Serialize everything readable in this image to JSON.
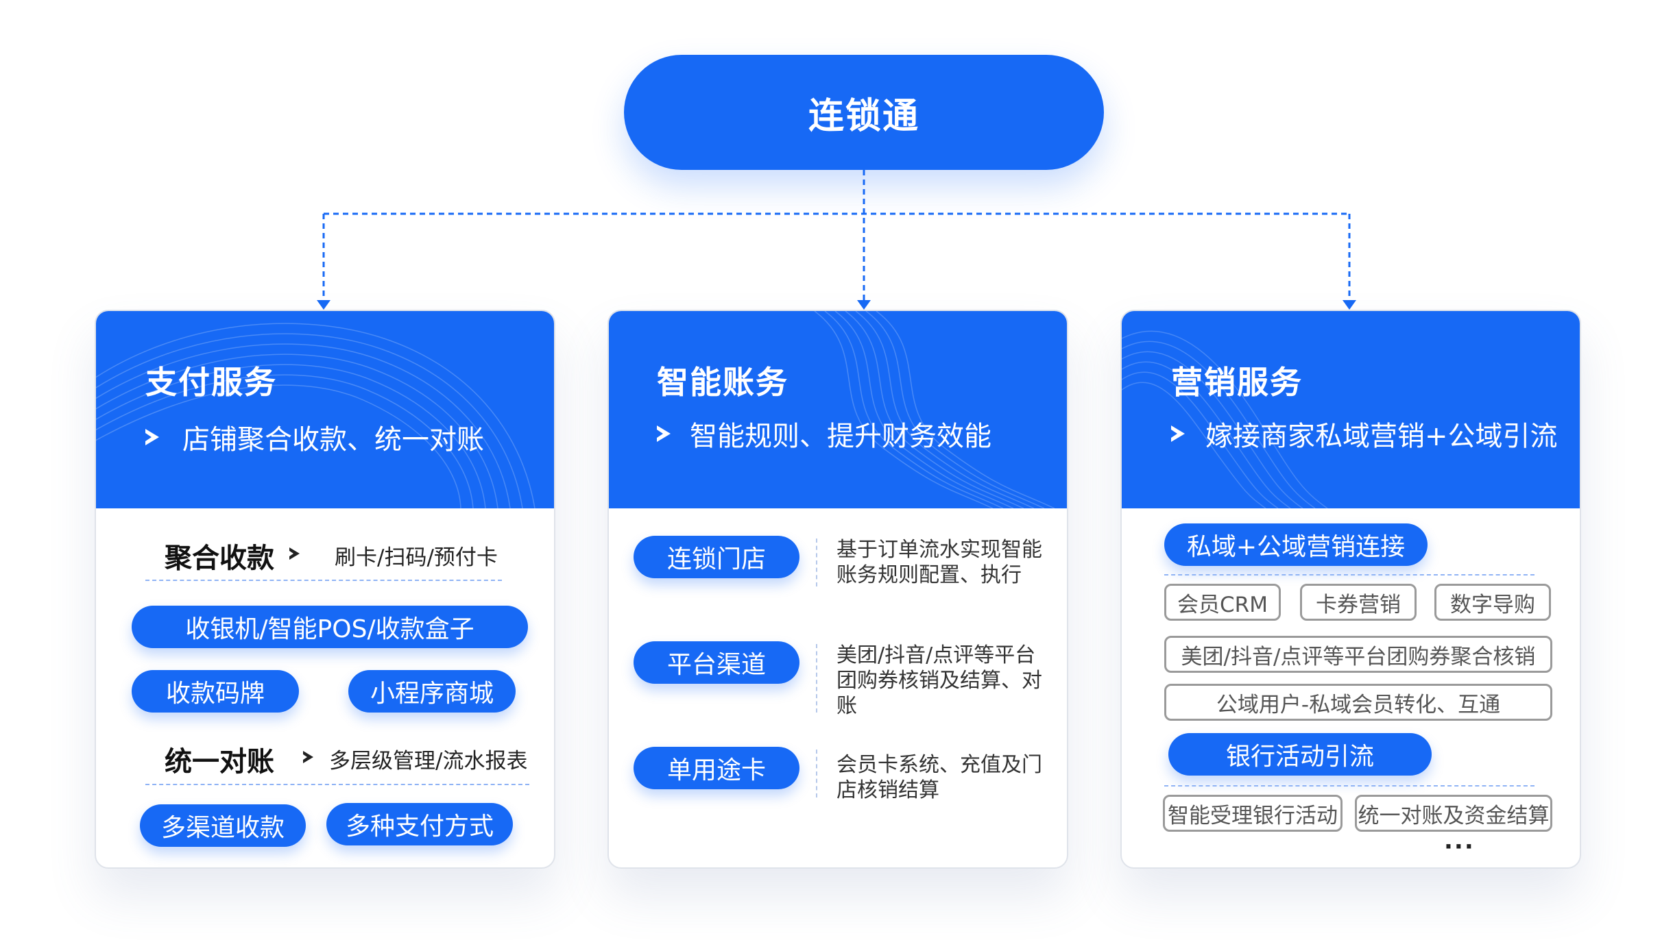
{
  "root": {
    "label": "连锁通"
  },
  "cards": [
    {
      "title": "支付服务",
      "subtitle": "店铺聚合收款、统一对账",
      "sections": [
        {
          "label": "聚合收款",
          "detail": "刷卡/扫码/预付卡"
        },
        {
          "label": "统一对账",
          "detail": "多层级管理/流水报表"
        }
      ],
      "pills": [
        "收银机/智能POS/收款盒子",
        "收款码牌",
        "小程序商城",
        "多渠道收款",
        "多种支付方式"
      ]
    },
    {
      "title": "智能账务",
      "subtitle": "智能规则、提升财务效能",
      "rows": [
        {
          "pill": "连锁门店",
          "desc_lines": [
            "基于订单流水实现智能",
            "账务规则配置、执行"
          ]
        },
        {
          "pill": "平台渠道",
          "desc_lines": [
            "美团/抖音/点评等平台",
            "团购券核销及结算、对",
            "账"
          ]
        },
        {
          "pill": "单用途卡",
          "desc_lines": [
            "会员卡系统、充值及门",
            "店核销结算"
          ]
        }
      ]
    },
    {
      "title": "营销服务",
      "subtitle": "嫁接商家私域营销+公域引流",
      "pills": [
        "私域+公域营销连接",
        "银行活动引流"
      ],
      "tags": [
        "会员CRM",
        "卡券营销",
        "数字导购",
        "美团/抖音/点评等平台团购券聚合核销",
        "公域用户-私域会员转化、互通",
        "智能受理银行活动",
        "统一对账及资金结算"
      ],
      "more": "···"
    }
  ],
  "colors": {
    "accent": "#1769f5",
    "tag_border": "#9a9a9a",
    "connector": "#1769f5"
  },
  "icons": {
    "bullet": "arrowhead-icon",
    "waves": "wave-pattern"
  }
}
